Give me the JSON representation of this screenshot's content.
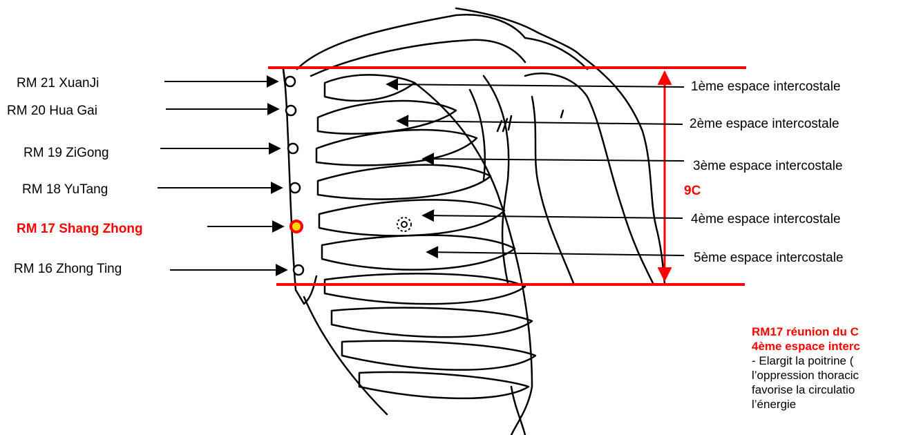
{
  "acupoints": [
    {
      "label": "RM 21 XuanJi",
      "highlight": false
    },
    {
      "label": "RM 20 Hua Gai",
      "highlight": false
    },
    {
      "label": "RM 19 ZiGong",
      "highlight": false
    },
    {
      "label": "RM 18 YuTang",
      "highlight": false
    },
    {
      "label": "RM 17  Shang Zhong",
      "highlight": true
    },
    {
      "label": "RM 16 Zhong Ting",
      "highlight": false
    }
  ],
  "intercostal_spaces": [
    "1ème espace intercostale",
    "2ème espace intercostale",
    "3ème espace intercostale",
    "4ème espace intercostale",
    "5ème espace intercostale"
  ],
  "measure_label": "9C",
  "note": {
    "heading_1": "RM17 réunion du C",
    "heading_2": "4ème espace interc",
    "body": [
      "- Elargit la poitrine (",
      "l’oppression thoracic",
      "favorise la circulatio",
      "l’énergie"
    ]
  },
  "colors": {
    "accent": "#ff0000",
    "point_fill": "#ffd700",
    "outline": "#000000"
  }
}
